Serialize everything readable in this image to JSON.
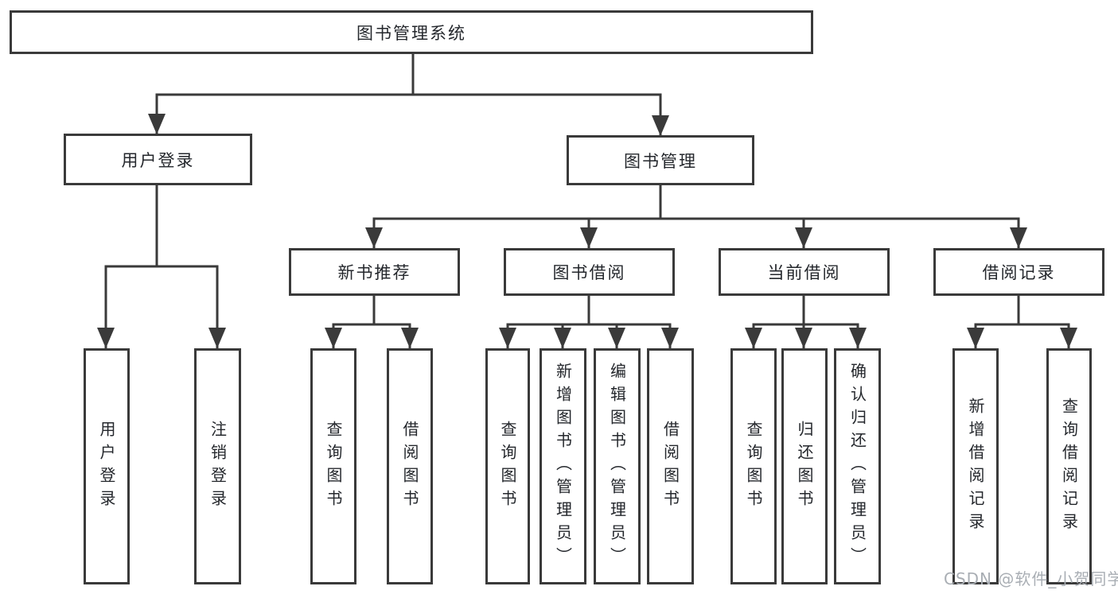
{
  "diagram": {
    "root": {
      "label": "图书管理系统"
    },
    "user_login": {
      "label": "用户登录",
      "children": [
        {
          "label": "用户登录"
        },
        {
          "label": "注销登录"
        }
      ]
    },
    "book_management": {
      "label": "图书管理",
      "children": [
        {
          "label": "新书推荐",
          "children": [
            {
              "label": "查询图书"
            },
            {
              "label": "借阅图书"
            }
          ]
        },
        {
          "label": "图书借阅",
          "children": [
            {
              "label": "查询图书"
            },
            {
              "label": "新增图书（管理员）"
            },
            {
              "label": "编辑图书（管理员）"
            },
            {
              "label": "借阅图书"
            }
          ]
        },
        {
          "label": "当前借阅",
          "children": [
            {
              "label": "查询图书"
            },
            {
              "label": "归还图书"
            },
            {
              "label": "确认归还（管理员）"
            }
          ]
        },
        {
          "label": "借阅记录",
          "children": [
            {
              "label": "新增借阅记录"
            },
            {
              "label": "查询借阅记录"
            }
          ]
        }
      ]
    }
  },
  "watermark": {
    "text": "CSDN @软件_小贺同学"
  },
  "colors": {
    "line": "#3a3a3a",
    "box_border": "#3a3a3a",
    "box_fill": "#ffffff",
    "text": "#24272c",
    "watermark": "#a9aeb4",
    "background": "#ffffff"
  }
}
